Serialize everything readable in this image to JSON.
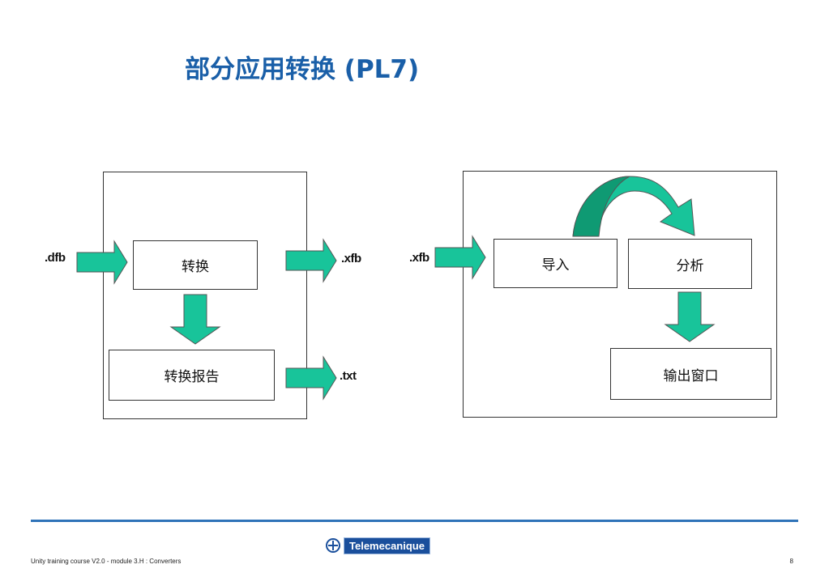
{
  "title": "部分应用转换 (PL7)",
  "colors": {
    "arrow_fill": "#18c49a",
    "arrow_dark": "#0f9a73",
    "title": "#1a5fa8",
    "rule": "#2f73b8"
  },
  "left_diagram": {
    "input_ext": ".dfb",
    "convert_box": "转换",
    "report_box": "转换报告",
    "output_ext_1": ".xfb",
    "output_ext_2": ".txt"
  },
  "right_diagram": {
    "input_ext": ".xfb",
    "import_box": "导入",
    "analyze_box": "分析",
    "output_window_box": "输出窗口"
  },
  "footer": {
    "logo_text": "Telemecanique",
    "course": "Unity training course V2.0 - module 3.H : Converters",
    "page": "8"
  }
}
